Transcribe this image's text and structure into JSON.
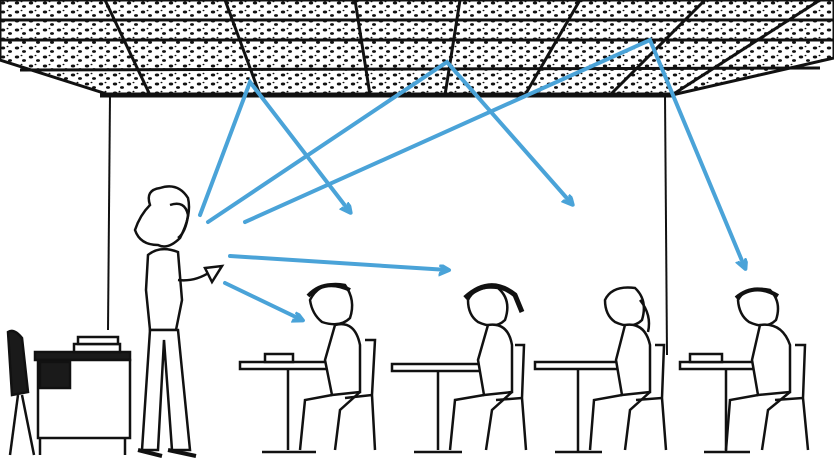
{
  "scene": {
    "description_free": true,
    "colors": {
      "ink": "#111111",
      "arrow": "#4aa3d8",
      "background": "#ffffff",
      "desk_dark": "#1a1a1a"
    },
    "icons": [
      "ceiling-tiles",
      "teacher",
      "student",
      "desk",
      "chair",
      "sound-arrow"
    ]
  }
}
